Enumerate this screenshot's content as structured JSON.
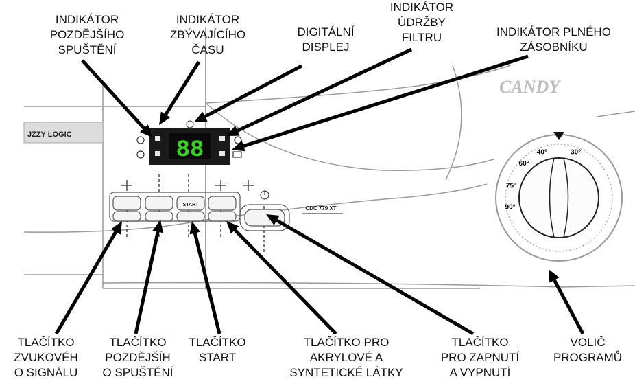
{
  "brand": "CANDY",
  "panel_label": "JZZY LOGIC",
  "display_value": "88",
  "model_text": "CDC 779 XT",
  "start_key": "START",
  "top_labels": [
    {
      "id": "delay-indicator",
      "lines": [
        "INDIKÁTOR",
        "POZDĚJŠÍHO",
        "SPUŠTĚNÍ"
      ]
    },
    {
      "id": "remaining-time-indicator",
      "lines": [
        "INDIKÁTOR",
        "ZBÝVAJÍCÍHO",
        "ČASU"
      ]
    },
    {
      "id": "digital-display",
      "lines": [
        "DIGITÁLNÍ",
        "DISPLEJ"
      ]
    },
    {
      "id": "filter-maintenance-indicator",
      "lines": [
        "INDIKÁTOR",
        "ÚDRŽBY",
        "FILTRU"
      ]
    },
    {
      "id": "full-container-indicator",
      "lines": [
        "INDIKÁTOR PLNÉHO",
        "ZÁSOBNÍKU"
      ]
    }
  ],
  "bottom_labels": [
    {
      "id": "sound-signal-button",
      "lines": [
        "TLAČÍTKO",
        "ZVUKOVÉH",
        "O SIGNÁLU"
      ]
    },
    {
      "id": "delay-start-button",
      "lines": [
        "TLAČÍTKO",
        "POZDĚJŠÍH",
        "O SPUŠTĚNÍ"
      ]
    },
    {
      "id": "start-button",
      "lines": [
        "TLAČÍTKO",
        "START"
      ]
    },
    {
      "id": "synthetics-button",
      "lines": [
        "TLAČÍTKO PRO",
        "AKRYLOVÉ A",
        "SYNTETICKÉ LÁTKY"
      ]
    },
    {
      "id": "power-button",
      "lines": [
        "TLAČÍTKO",
        "PRO ZAPNUTÍ",
        "A VYPNUTÍ"
      ]
    },
    {
      "id": "program-selector",
      "lines": [
        "VOLIČ",
        "PROGRAMŮ"
      ]
    }
  ],
  "dial_marks": [
    "30°",
    "40°",
    "60°",
    "75°",
    "90°"
  ]
}
